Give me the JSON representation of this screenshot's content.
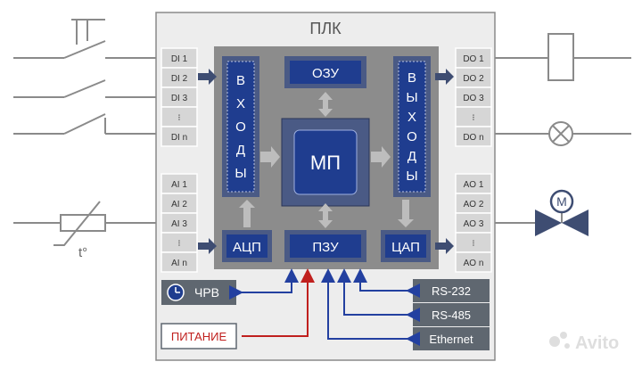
{
  "title": "ПЛК",
  "digital_inputs": [
    "DI 1",
    "DI 2",
    "DI 3",
    "⁝",
    "DI n"
  ],
  "analog_inputs": [
    "AI 1",
    "AI 2",
    "AI 3",
    "⁝",
    "AI n"
  ],
  "digital_outputs": [
    "DO 1",
    "DO 2",
    "DO 3",
    "⁝",
    "DO n"
  ],
  "analog_outputs": [
    "AO 1",
    "AO 2",
    "AO 3",
    "⁝",
    "AO n"
  ],
  "blocks": {
    "inputs_letters": [
      "В",
      "Х",
      "О",
      "Д",
      "Ы"
    ],
    "outputs_letters": [
      "В",
      "Ы",
      "Х",
      "О",
      "Д",
      "Ы"
    ],
    "ram": "ОЗУ",
    "cpu": "МП",
    "rom": "ПЗУ",
    "adc": "АЦП",
    "dac": "ЦАП"
  },
  "rtc_label": "ЧРВ",
  "power_label": "ПИТАНИЕ",
  "interfaces": [
    "RS-232",
    "RS-485",
    "Ethernet"
  ],
  "sensor_label": "t°",
  "motor_label": "M",
  "watermark": "Avito",
  "colors": {
    "frame_bg": "#ededed",
    "frame_border": "#8a8a8a",
    "gray_block": "#8c8c8c",
    "chip_blue": "#1f3d8f",
    "chip_border": "#4a5a85",
    "wire": "#8a8a8a",
    "data_arrow": "#2340a0",
    "power_arrow": "#c0201e",
    "interface_bg": "#5f6770",
    "power_text": "#c0201e"
  }
}
